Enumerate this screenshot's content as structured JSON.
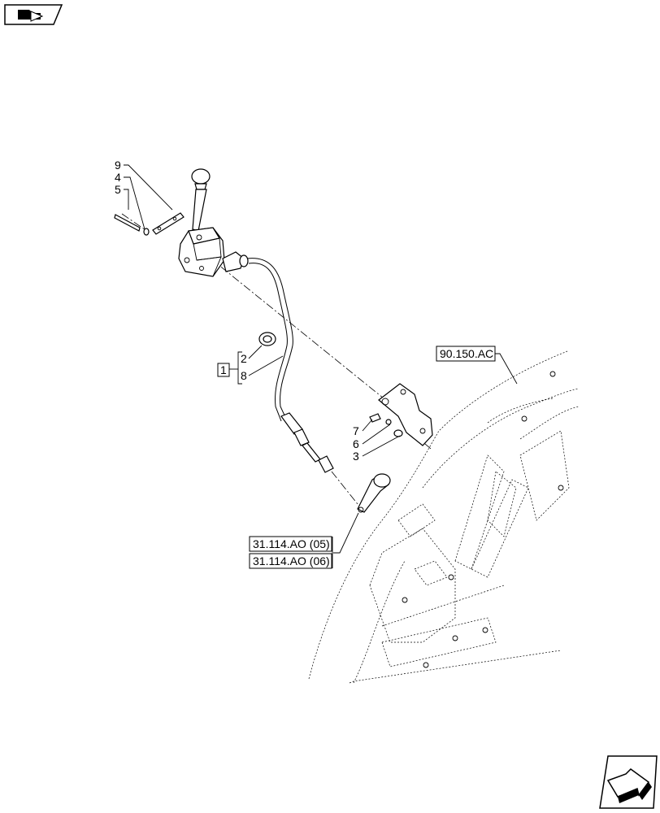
{
  "icons": {
    "top_left": "catalog-navigation-icon",
    "bottom_right": "next-page-arrow-icon"
  },
  "callouts": {
    "c1": "1",
    "c2": "2",
    "c3": "3",
    "c4": "4",
    "c5": "5",
    "c6": "6",
    "c7": "7",
    "c8": "8",
    "c9": "9"
  },
  "references": {
    "ref_a": "90.150.AC",
    "ref_b": "31.114.AO (05)",
    "ref_c": "31.114.AO (06)"
  }
}
